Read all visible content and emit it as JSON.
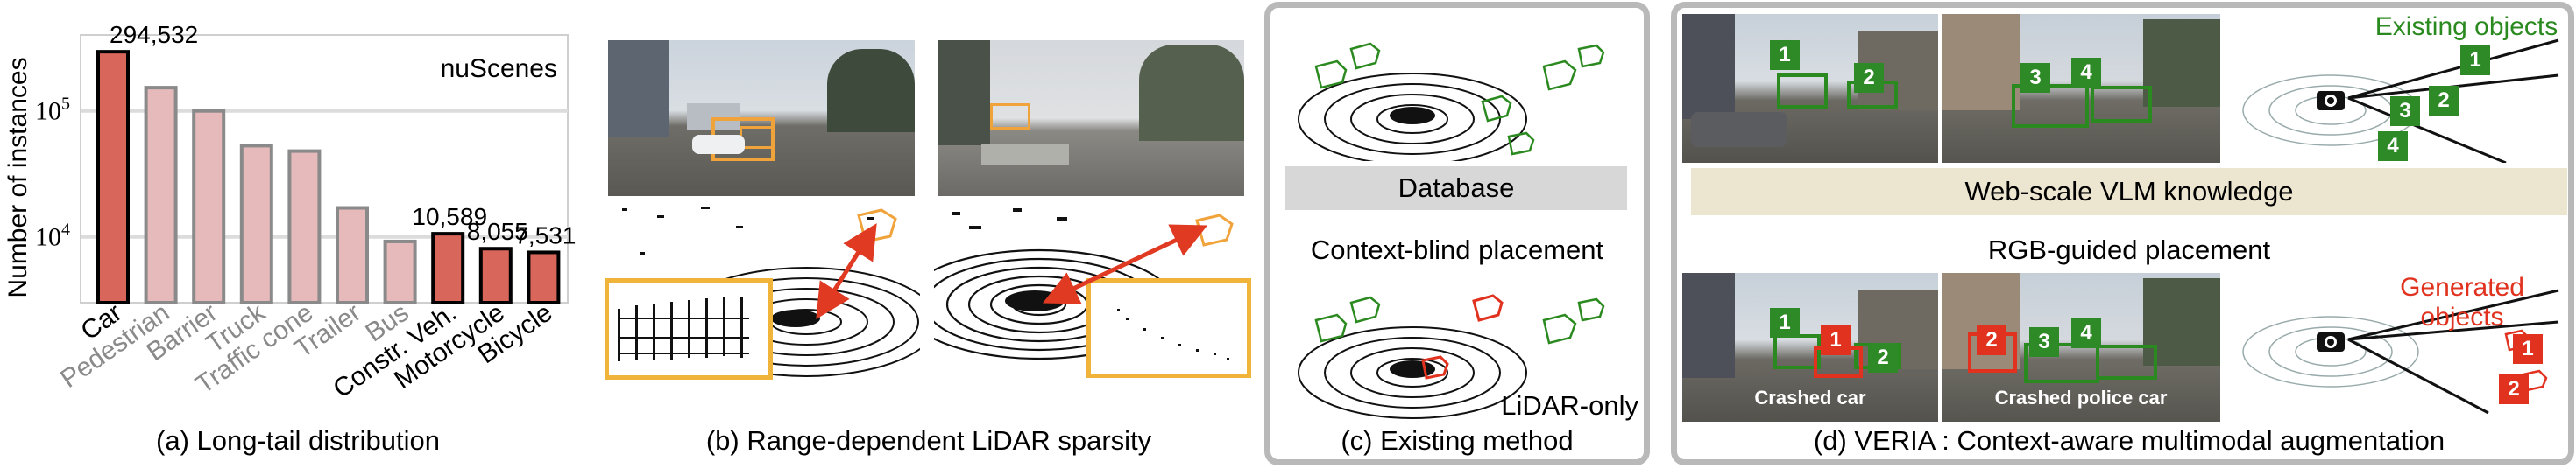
{
  "chart_data": {
    "type": "bar",
    "log_scale": true,
    "ylabel": "Number of instances",
    "dataset_label": "nuScenes",
    "y_ticks": [
      {
        "base": "10",
        "exp": "4",
        "value": 10000
      },
      {
        "base": "10",
        "exp": "5",
        "value": 100000
      }
    ],
    "ylim": [
      3000,
      400000
    ],
    "categories": [
      "Car",
      "Pedestrian",
      "Barrier",
      "Truck",
      "Traffic cone",
      "Trailer",
      "Bus",
      "Constr. Veh.",
      "Motorcycle",
      "Bicycle"
    ],
    "values": [
      294532,
      153000,
      100000,
      53000,
      48000,
      17000,
      9200,
      10589,
      8055,
      7531
    ],
    "highlighted": [
      true,
      false,
      false,
      false,
      false,
      false,
      false,
      true,
      true,
      true
    ],
    "value_labels": [
      "294,532",
      "",
      "",
      "",
      "",
      "",
      "",
      "10,589",
      "8,055",
      "7,531"
    ],
    "colors": {
      "highlight_fill": "#d9665a",
      "highlight_stroke": "#000000",
      "muted_fill": "#e6b9bb",
      "muted_stroke": "#8a8a8a",
      "muted_text": "#8a8a8a"
    }
  },
  "captions": {
    "a": "(a) Long-tail distribution",
    "b": "(b) Range-dependent LiDAR sparsity",
    "c": "(c) Existing method",
    "d": "(d) VERIA : Context-aware multimodal augmentation"
  },
  "panel_c": {
    "database": "Database",
    "placement": "Context-blind placement",
    "lidar_only": "LiDAR-only"
  },
  "panel_d": {
    "existing": "Existing objects",
    "vlm": "Web-scale VLM knowledge",
    "placement": "RGB-guided placement",
    "generated": "Generated objects",
    "crashed_car": "Crashed car",
    "crashed_police": "Crashed police car",
    "tags_top_left": [
      "1",
      "2"
    ],
    "tags_top_mid": [
      "3",
      "4"
    ],
    "tags_top_right": [
      "1",
      "2",
      "3",
      "4"
    ],
    "tags_bot_left_green": [
      "1",
      "2"
    ],
    "tags_bot_left_red": [
      "1"
    ],
    "tags_bot_mid_red": [
      "2"
    ],
    "tags_bot_mid_green": [
      "3",
      "4"
    ],
    "tags_bot_right_red": [
      "1",
      "2"
    ]
  },
  "colors": {
    "green": "#2b8a1f",
    "red": "#e0321e",
    "orange": "#f0b43a",
    "beige": "#ece5cf",
    "gray_box": "#d7d7d7",
    "pane_border": "#b9b9b9"
  }
}
